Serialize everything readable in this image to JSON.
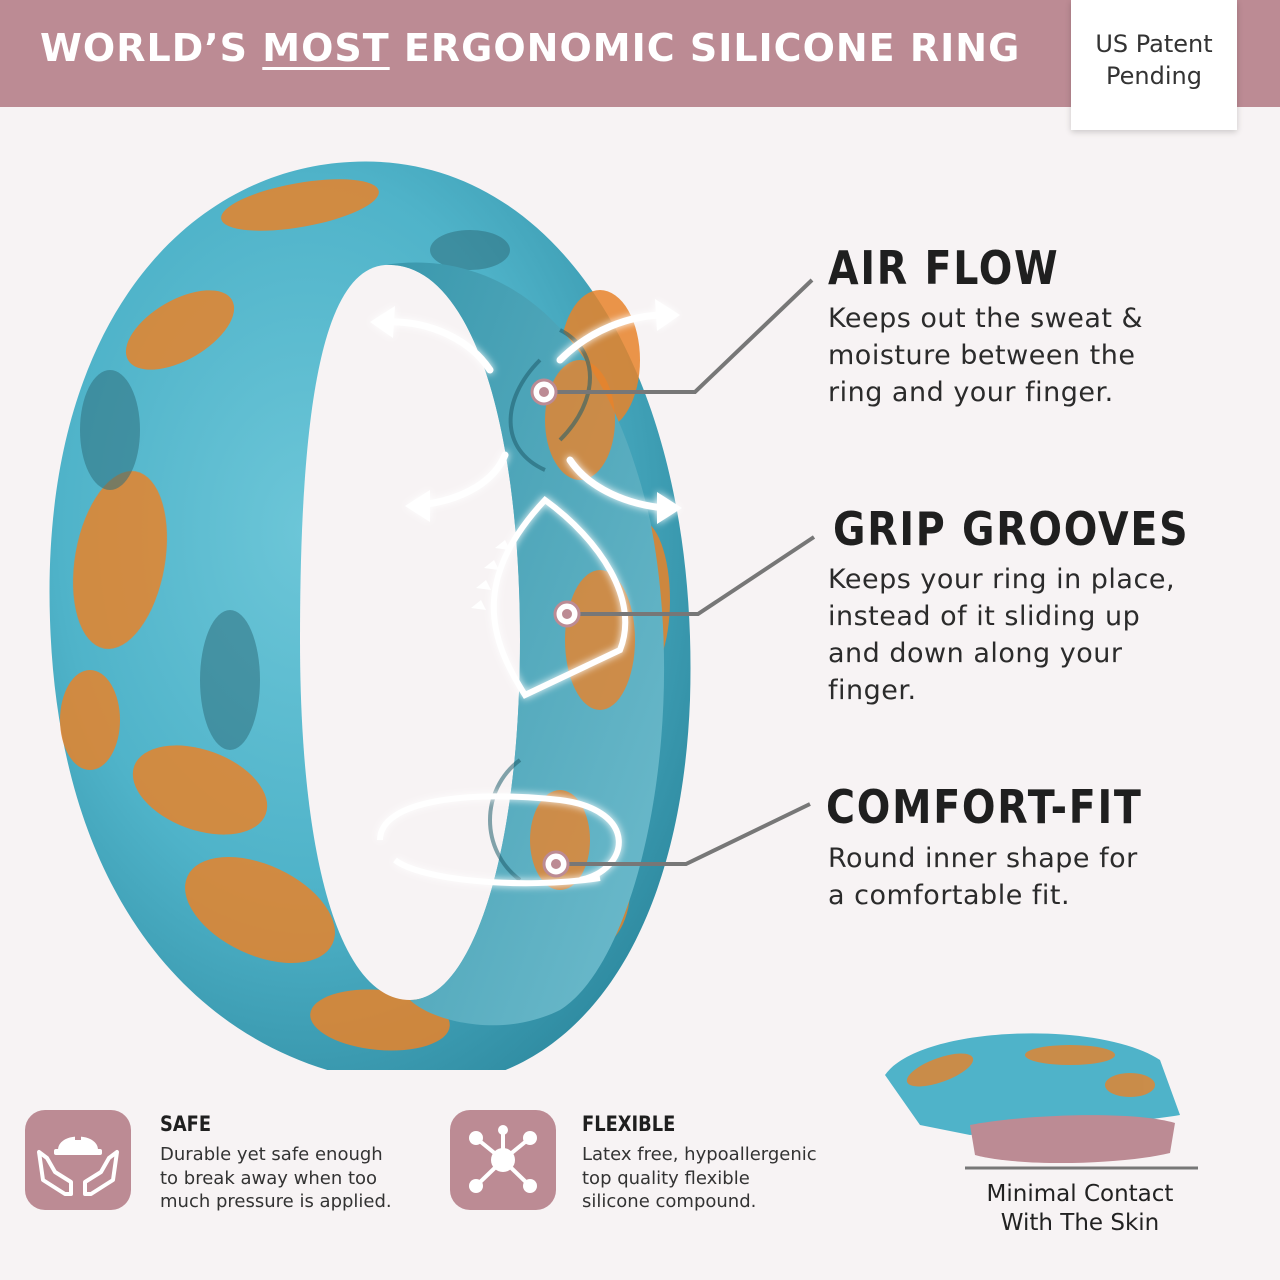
{
  "banner": {
    "title_pre": "WORLD’S ",
    "title_emphasis": "MOST",
    "title_post": " ERGONOMIC SILICONE RING",
    "patent_line1": "US Patent",
    "patent_line2": "Pending"
  },
  "features": [
    {
      "title": "AIR FLOW",
      "lines": [
        "Keeps out the sweat &",
        "moisture between the",
        "ring and your finger."
      ]
    },
    {
      "title": "GRIP GROOVES",
      "lines": [
        "Keeps your ring in place,",
        "instead of  it sliding up",
        "and down along your",
        "finger."
      ]
    },
    {
      "title": "COMFORT-FIT",
      "lines": [
        "Round inner shape for",
        "a comfortable fit."
      ]
    }
  ],
  "badges": [
    {
      "title": "SAFE",
      "icon": "hands-hardhat-icon",
      "lines": [
        "Durable yet safe enough",
        "to break away when too",
        "much pressure is applied."
      ]
    },
    {
      "title": "FLEXIBLE",
      "icon": "molecule-icon",
      "lines": [
        "Latex free, hypoallergenic",
        "top quality flexible",
        "silicone compound."
      ]
    }
  ],
  "contact": {
    "line1": "Minimal Contact",
    "line2": "With The Skin"
  },
  "colors": {
    "brand_mauve": "#bc8b94",
    "ring_turquoise": "#4fb3c9",
    "ring_orange": "#e8832a",
    "background": "#f7f3f4"
  }
}
